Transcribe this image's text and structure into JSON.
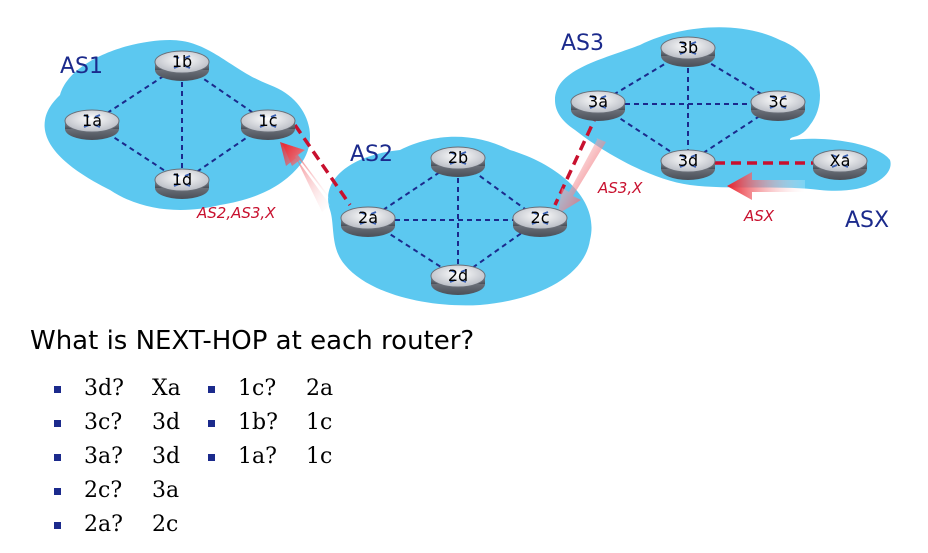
{
  "diagram": {
    "as_labels": {
      "as1": "AS1",
      "as2": "AS2",
      "as3": "AS3",
      "asx": "ASX"
    },
    "routers": {
      "r1a": "1a",
      "r1b": "1b",
      "r1c": "1c",
      "r1d": "1d",
      "r2a": "2a",
      "r2b": "2b",
      "r2c": "2c",
      "r2d": "2d",
      "r3a": "3a",
      "r3b": "3b",
      "r3c": "3c",
      "r3d": "3d",
      "rxa": "Xa"
    },
    "path_labels": {
      "as2_to_as1": "AS2,AS3,X",
      "as3_to_as2": "AS3,X",
      "asx_to_as3": "ASX"
    }
  },
  "question": "What is NEXT-HOP at each router?",
  "answers_col1": [
    {
      "router": "3d?",
      "next_hop": "Xa"
    },
    {
      "router": "3c?",
      "next_hop": "3d"
    },
    {
      "router": "3a?",
      "next_hop": "3d"
    },
    {
      "router": "2c?",
      "next_hop": "3a"
    },
    {
      "router": "2a?",
      "next_hop": "2c"
    }
  ],
  "answers_col2": [
    {
      "router": "1c?",
      "next_hop": "2a"
    },
    {
      "router": "1b?",
      "next_hop": "1c"
    },
    {
      "router": "1a?",
      "next_hop": "1c"
    }
  ],
  "colors": {
    "cloud": "#5cc8f0",
    "as_label": "#1b2a8c",
    "path": "#c8102e",
    "bullet": "#1b2a8c"
  }
}
